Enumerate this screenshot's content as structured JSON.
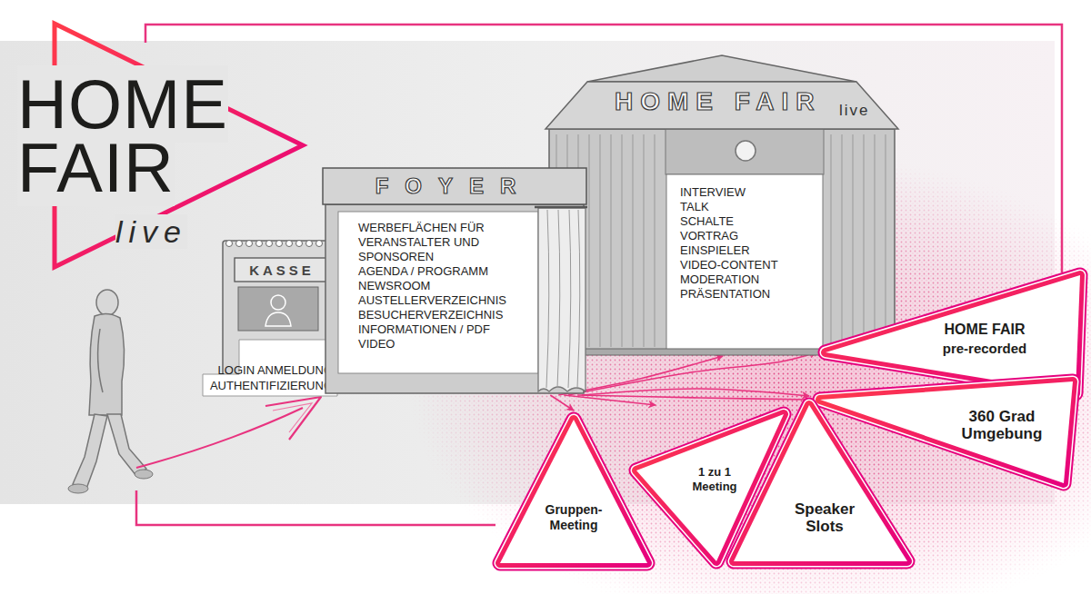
{
  "diagram": {
    "nodes": [
      {
        "text": [
          "HOME FAIR",
          "live"
        ]
      },
      {
        "text": [
          "KASSE",
          "LOGIN ANMELDUNG AUTHENTIFIZIERUNG"
        ]
      },
      {
        "text": [
          "FOYER",
          "WERBEFLÄCHEN FÜR VERANSTALTER UND SPONSOREN",
          "AGENDA / PROGRAMM",
          "NEWSROOM",
          "AUSTELLERVERZEICHNIS",
          "BESUCHERVERZEICHNIS",
          "INFORMATIONEN / PDF",
          "VIDEO"
        ]
      },
      {
        "text": [
          "HOME FAIR",
          "live",
          "INTERVIEW",
          "TALK",
          "SCHALTE",
          "VORTRAG",
          "EINSPIELER",
          "VIDEO-CONTENT",
          "MODERATION",
          "PRÄSENTATION"
        ]
      },
      {
        "text": [
          "HOME FAIR",
          "pre-recorded"
        ]
      },
      {
        "text": [
          "360 Grad Umgebung"
        ]
      },
      {
        "text": [
          "Gruppen- Meeting"
        ]
      },
      {
        "text": [
          "1 zu 1 Meeting"
        ]
      },
      {
        "text": [
          "Speaker Slots"
        ]
      }
    ],
    "edges": [
      {
        "from": 2,
        "to": 3,
        "arrow": "to"
      },
      {
        "from": 2,
        "to": 4,
        "arrow": "to"
      },
      {
        "from": 2,
        "to": 5,
        "arrow": "to"
      },
      {
        "from": 2,
        "to": 6,
        "arrow": "to"
      },
      {
        "from": 2,
        "to": 7,
        "arrow": "to"
      },
      {
        "from": 2,
        "to": 8,
        "arrow": "to"
      }
    ]
  }
}
